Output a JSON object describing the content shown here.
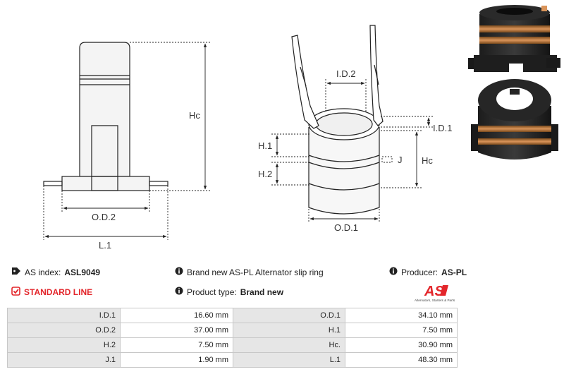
{
  "drawing_labels": {
    "hc_left": "Hc",
    "od2": "O.D.2",
    "l1": "L.1",
    "id2": "I.D.2",
    "id1": "I.D.1",
    "h1": "H.1",
    "h2": "H.2",
    "j": "J",
    "hc_right": "Hc",
    "od1": "O.D.1"
  },
  "info": {
    "as_index_label": "AS index:",
    "as_index_value": "ASL9049",
    "line": "STANDARD LINE",
    "description": "Brand new AS-PL Alternator slip ring",
    "product_type_label": "Product type:",
    "product_type_value": "Brand new",
    "producer_label": "Producer:",
    "producer_value": "AS-PL"
  },
  "logo": {
    "mark": "AS",
    "tagline": "Alternators, Starters & Parts",
    "color": "#e3262b"
  },
  "specs": [
    {
      "l1": "I.D.1",
      "v1": "16.60 mm",
      "l2": "O.D.1",
      "v2": "34.10 mm"
    },
    {
      "l1": "O.D.2",
      "v1": "37.00 mm",
      "l2": "H.1",
      "v2": "7.50 mm"
    },
    {
      "l1": "H.2",
      "v1": "7.50 mm",
      "l2": "Hc.",
      "v2": "30.90 mm"
    },
    {
      "l1": "J.1",
      "v1": "1.90 mm",
      "l2": "L.1",
      "v2": "48.30 mm"
    }
  ]
}
